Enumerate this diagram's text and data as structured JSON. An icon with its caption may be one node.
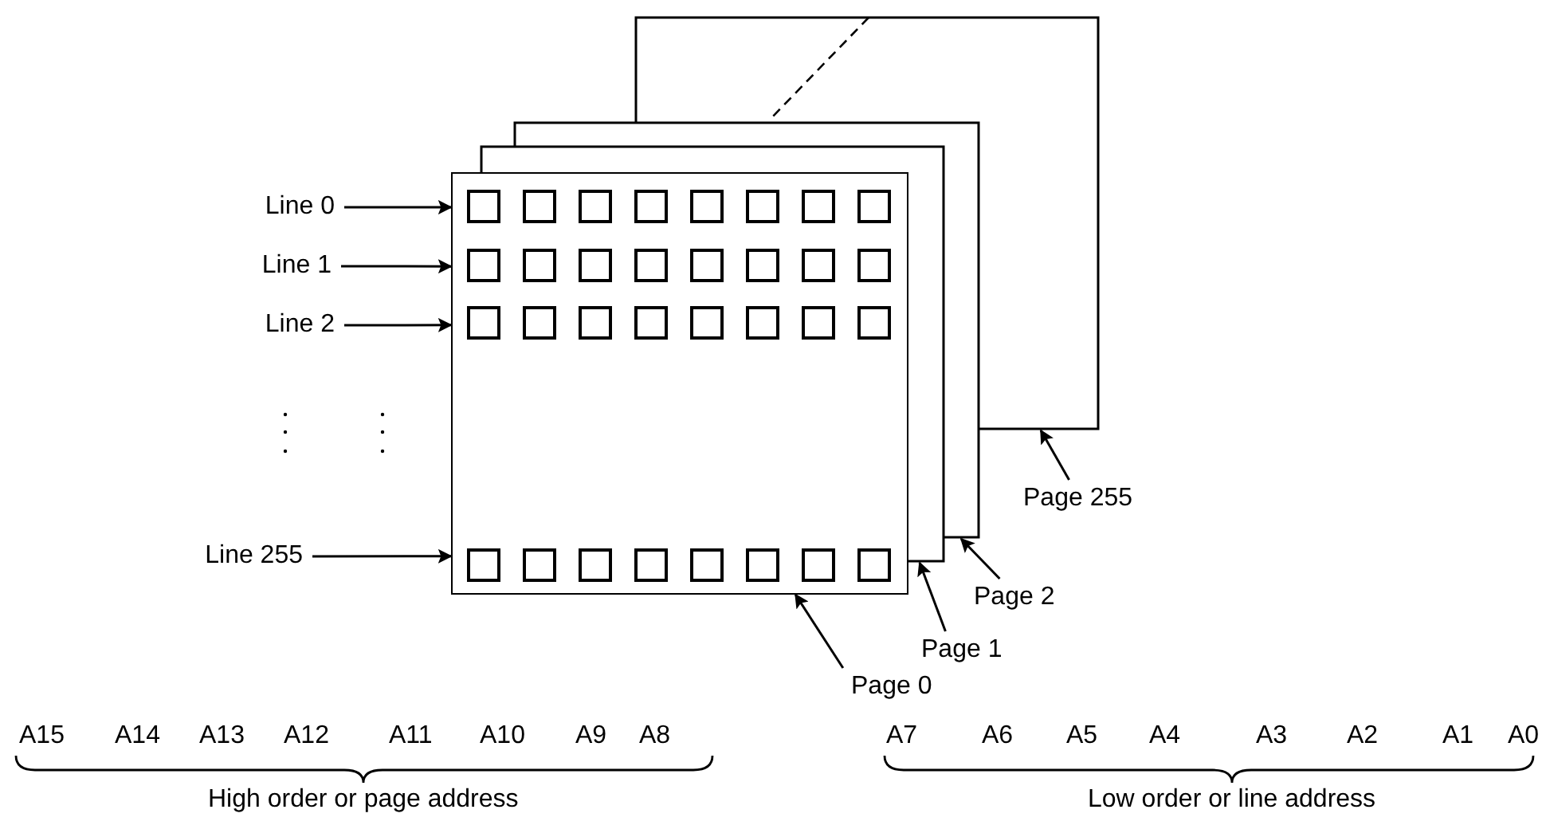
{
  "diagram": {
    "nodes": [
      {
        "text": [],
        "shape": "box"
      },
      {
        "text": [],
        "shape": "box"
      },
      {
        "text": [],
        "shape": "box"
      },
      {
        "text": [],
        "shape": "box"
      },
      {
        "text": [
          "Line 0"
        ]
      },
      {
        "text": [
          "Line 1"
        ]
      },
      {
        "text": [
          "Line 2"
        ]
      },
      {
        "text": [
          "Line 255"
        ]
      },
      {
        "text": [
          "Page 255"
        ]
      },
      {
        "text": [
          "Page 2"
        ]
      },
      {
        "text": [
          "Page 1"
        ]
      },
      {
        "text": [
          "Page 0"
        ]
      }
    ],
    "edges": [
      {
        "from": 4,
        "to": 3,
        "arrow": "to"
      },
      {
        "from": 5,
        "to": 3,
        "arrow": "to"
      },
      {
        "from": 6,
        "to": 3,
        "arrow": "to"
      },
      {
        "from": 7,
        "to": 3,
        "arrow": "to"
      },
      {
        "from": 8,
        "to": 0,
        "arrow": "to"
      },
      {
        "from": 9,
        "to": 1,
        "arrow": "to"
      },
      {
        "from": 10,
        "to": 2,
        "arrow": "to"
      },
      {
        "from": 11,
        "to": 3,
        "arrow": "to"
      }
    ],
    "labels": [
      "A15",
      "A14",
      "A13",
      "A12",
      "A11",
      "A10",
      "A9",
      "A8",
      "A7",
      "A6",
      "A5",
      "A4",
      "A3",
      "A2",
      "A1",
      "A0",
      "High order or page address",
      "Low order or line address"
    ]
  }
}
